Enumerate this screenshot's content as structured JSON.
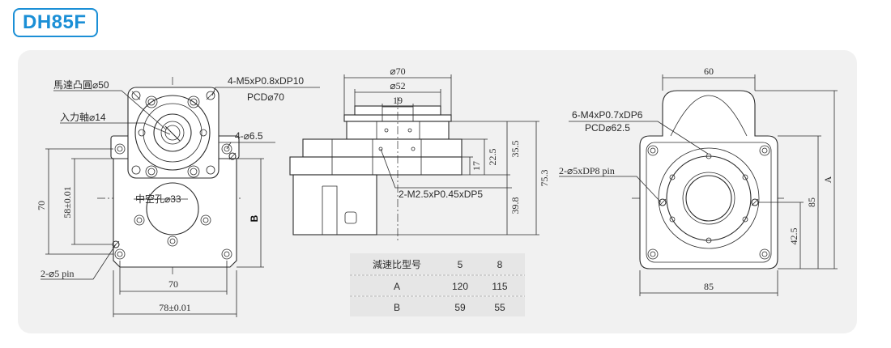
{
  "model_badge": "DH85F",
  "front_view": {
    "motor_spigot": "馬達凸圓⌀50",
    "input_shaft": "入力軸⌀14",
    "hole_callout": "4-M5xP0.8xDP10",
    "pcd": "PCD⌀70",
    "mount_holes": "4-⌀6.5",
    "center_hole": "中空孔⌀33",
    "pin": "2-⌀5 pin",
    "dim_70_vertical": "70",
    "dim_58": "58±0.01",
    "dim_b": "B",
    "dim_70_horizontal": "70",
    "dim_78": "78±0.01"
  },
  "side_view": {
    "dia_70": "⌀70",
    "dia_52": "⌀52",
    "dim_19": "19",
    "dim_17": "17",
    "dim_22_5": "22.5",
    "dim_35_5": "35.5",
    "dim_75_3": "75.3",
    "dim_39_8": "39.8",
    "thread_callout": "2-M2.5xP0.45xDP5"
  },
  "rear_view": {
    "dim_60": "60",
    "hole_callout": "6-M4xP0.7xDP6",
    "pcd": "PCD⌀62.5",
    "pin": "2-⌀5xDP8 pin",
    "dim_a": "A",
    "dim_85_vertical": "85",
    "dim_42_5": "42.5",
    "dim_85_horizontal": "85"
  },
  "ratio_table": {
    "headers": [
      "減速比型号",
      "5",
      "8"
    ],
    "rows": [
      {
        "label": "A",
        "v5": "120",
        "v8": "115"
      },
      {
        "label": "B",
        "v5": "59",
        "v8": "55"
      }
    ]
  }
}
